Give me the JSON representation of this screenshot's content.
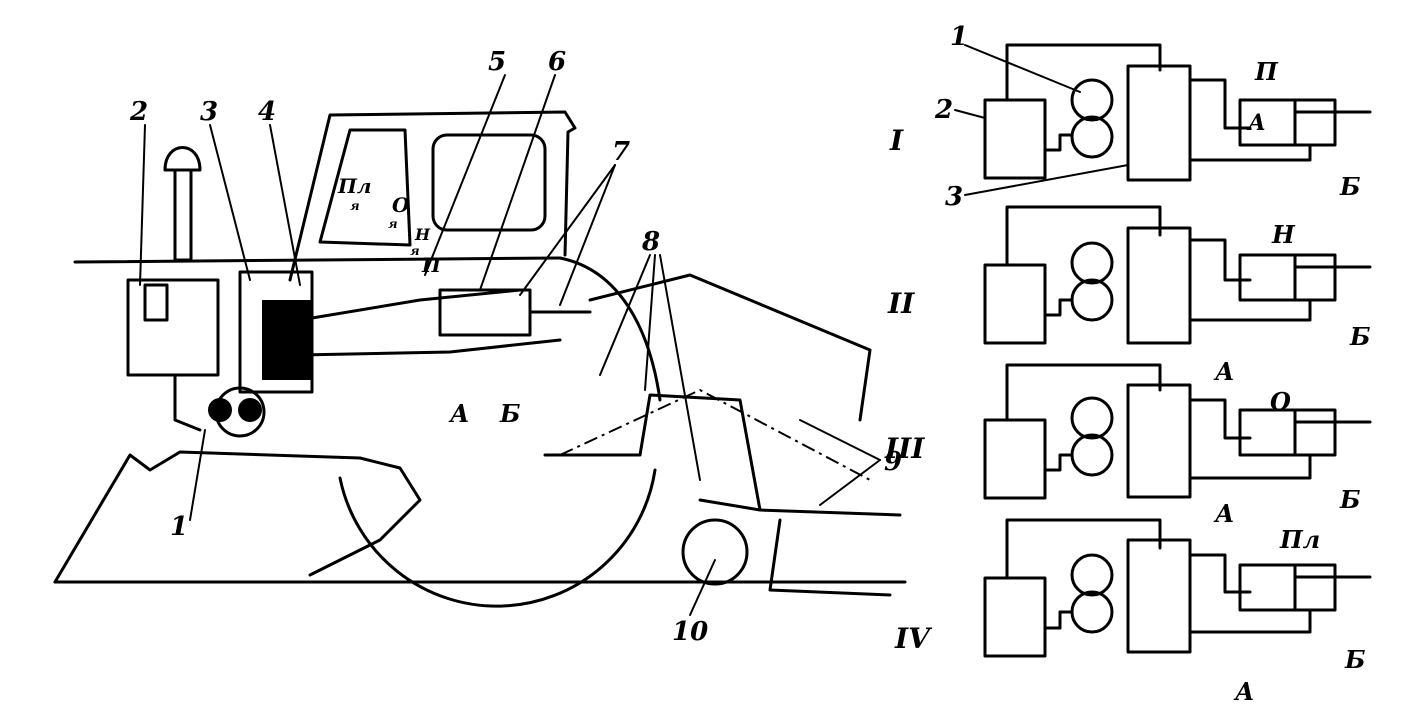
{
  "tractor_labels": {
    "n1": "1",
    "n2": "2",
    "n3": "3",
    "n4": "4",
    "n5": "5",
    "n6": "6",
    "n7": "7",
    "n8": "8",
    "n9": "9",
    "n10": "10",
    "a": "А",
    "b": "Б",
    "cab_pl": "Пл",
    "cab_o": "О",
    "cab_n": "Н",
    "cab_p": "П",
    "cab_ya1": "я",
    "cab_ya2": "я",
    "cab_ya3": "я"
  },
  "schemes": [
    {
      "roman": "I",
      "mode": "П",
      "a": "А",
      "b": "Б",
      "n1": "1",
      "n2": "2",
      "n3": "3"
    },
    {
      "roman": "II",
      "mode": "Н",
      "a": "А",
      "b": "Б"
    },
    {
      "roman": "III",
      "mode": "О",
      "a": "А",
      "b": "Б"
    },
    {
      "roman": "IV",
      "mode": "Пл",
      "a": "А",
      "b": "Б"
    }
  ]
}
